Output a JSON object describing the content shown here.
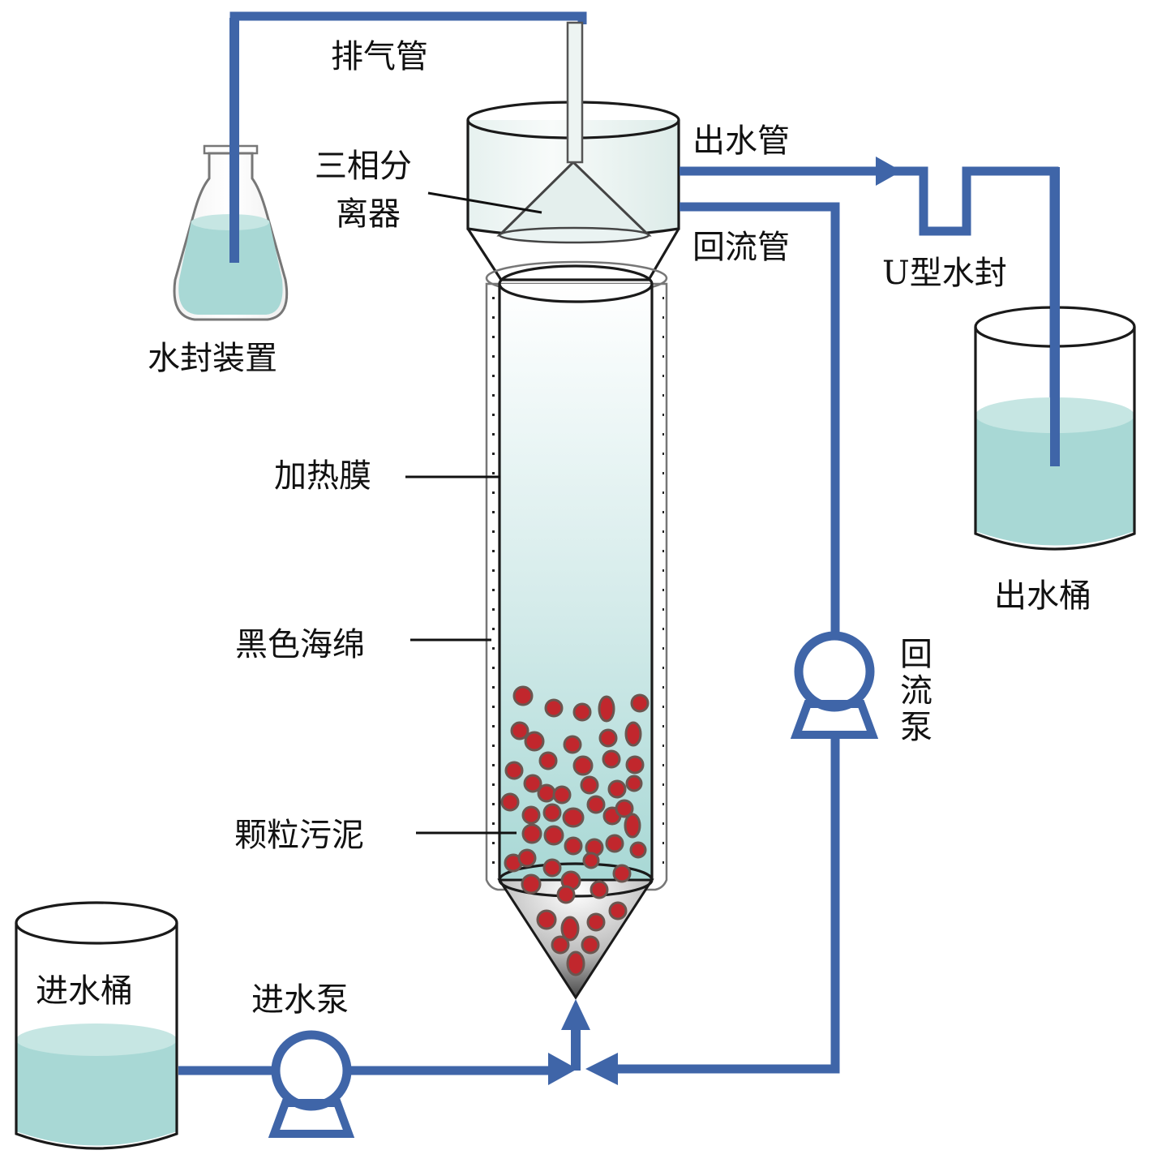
{
  "diagram": {
    "type": "process-flow-schematic",
    "title": "",
    "colors": {
      "pipe": "#3f65a8",
      "water": "#a8d8d5",
      "water_surface": "#c6e6e3",
      "reactor_gradient_top": "#ffffff",
      "reactor_gradient_bottom": "#a8d8d5",
      "granule_fill": "#c1272d",
      "granule_edge": "#6a5650",
      "outline": "#1a1a1a"
    },
    "labels": {
      "exhaust_pipe": "排气管",
      "three_phase_separator_line1": "三相分",
      "three_phase_separator_line2": "离器",
      "water_seal_device": "水封装置",
      "outlet_pipe": "出水管",
      "reflux_pipe": "回流管",
      "u_water_seal": "U型水封",
      "outlet_tank": "出水桶",
      "heating_film": "加热膜",
      "black_sponge": "黑色海绵",
      "granular_sludge": "颗粒污泥",
      "reflux_pump_1": "回",
      "reflux_pump_2": "流",
      "reflux_pump_3": "泵",
      "inlet_tank": "进水桶",
      "inlet_pump": "进水泵"
    },
    "components": [
      {
        "id": "water-seal-flask",
        "label_key": "water_seal_device",
        "icon": "erlenmeyer-flask-icon"
      },
      {
        "id": "three-phase-separator",
        "label_key": "three_phase_separator_line1",
        "icon": "separator-cone-icon"
      },
      {
        "id": "reactor-column",
        "icon": "cylinder-column-icon"
      },
      {
        "id": "heating-film",
        "label_key": "heating_film"
      },
      {
        "id": "black-sponge",
        "label_key": "black_sponge"
      },
      {
        "id": "granular-sludge",
        "label_key": "granular_sludge",
        "icon": "granule-dots-icon"
      },
      {
        "id": "u-water-seal",
        "label_key": "u_water_seal"
      },
      {
        "id": "outlet-tank",
        "label_key": "outlet_tank",
        "icon": "beaker-icon"
      },
      {
        "id": "reflux-pump",
        "label_key": "reflux_pump_1",
        "icon": "pump-icon"
      },
      {
        "id": "inlet-tank",
        "label_key": "inlet_tank",
        "icon": "beaker-icon"
      },
      {
        "id": "inlet-pump",
        "label_key": "inlet_pump",
        "icon": "pump-icon"
      }
    ],
    "flows": [
      {
        "from": "reactor-column",
        "to": "water-seal-flask",
        "via": "exhaust_pipe"
      },
      {
        "from": "three-phase-separator",
        "to": "outlet-tank",
        "via": "u-water-seal"
      },
      {
        "from": "three-phase-separator",
        "to": "reflux-pump",
        "via": "reflux_pipe"
      },
      {
        "from": "reflux-pump",
        "to": "reactor-column"
      },
      {
        "from": "inlet-tank",
        "to": "inlet-pump"
      },
      {
        "from": "inlet-pump",
        "to": "reactor-column"
      }
    ]
  }
}
